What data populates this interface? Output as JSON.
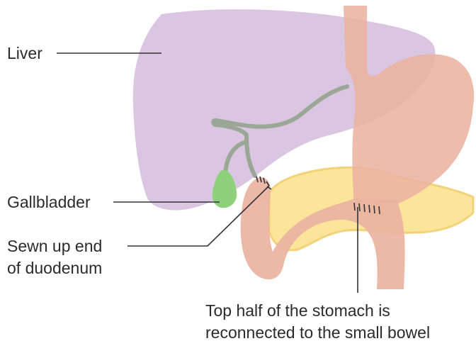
{
  "labels": {
    "liver": "Liver",
    "gallbladder": "Gallbladder",
    "sewn_end_line1": "Sewn up end",
    "sewn_end_line2": "of duodenum",
    "stomach_line1": "Top half of the stomach is",
    "stomach_line2": "reconnected to the small bowel"
  },
  "colors": {
    "liver": "#d9c3df",
    "pancreas": "#fbe59a",
    "pancreas_outline": "#f2d27a",
    "stomach_bowel": "#eab3a1",
    "gallbladder": "#8fd07c",
    "bile_duct": "#9aa796",
    "text": "#2b2b2b"
  }
}
